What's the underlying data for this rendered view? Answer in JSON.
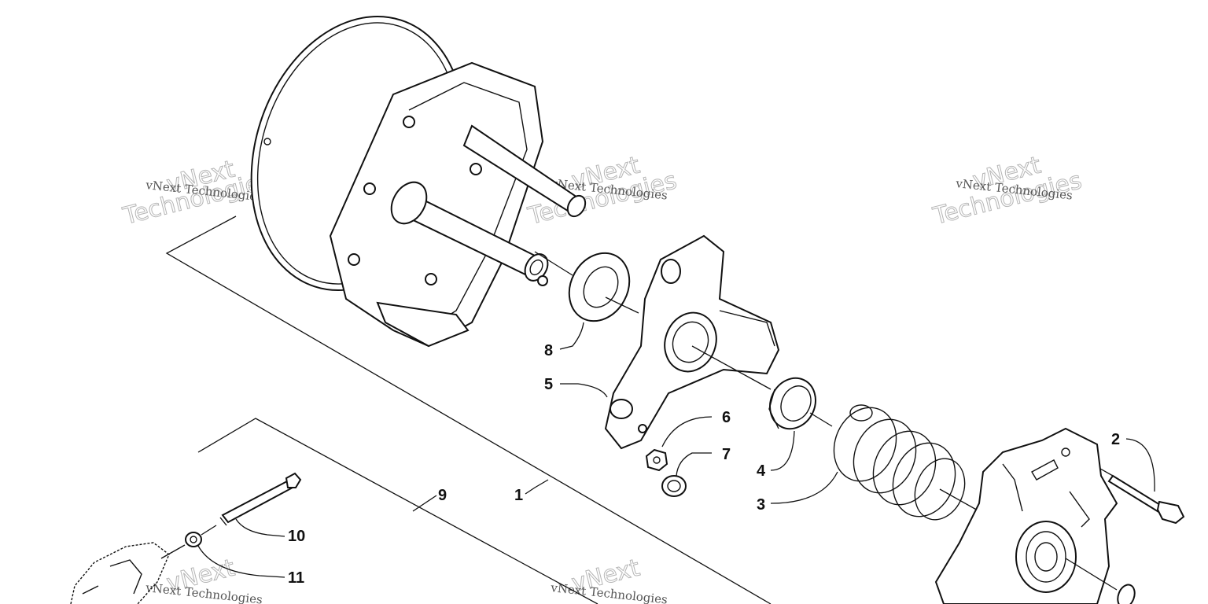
{
  "diagram": {
    "callouts": [
      {
        "id": "1",
        "label": "1"
      },
      {
        "id": "2",
        "label": "2"
      },
      {
        "id": "3",
        "label": "3"
      },
      {
        "id": "4",
        "label": "4"
      },
      {
        "id": "5",
        "label": "5"
      },
      {
        "id": "6",
        "label": "6"
      },
      {
        "id": "7",
        "label": "7"
      },
      {
        "id": "8",
        "label": "8"
      },
      {
        "id": "9",
        "label": "9"
      },
      {
        "id": "10",
        "label": "10"
      },
      {
        "id": "11",
        "label": "11"
      }
    ],
    "watermark": {
      "line1": "vNext Technologies",
      "line2": "vNext",
      "line3": "Technologies"
    },
    "colors": {
      "line": "#111111",
      "watermark": "#b5b5b5",
      "background": "#ffffff"
    }
  }
}
